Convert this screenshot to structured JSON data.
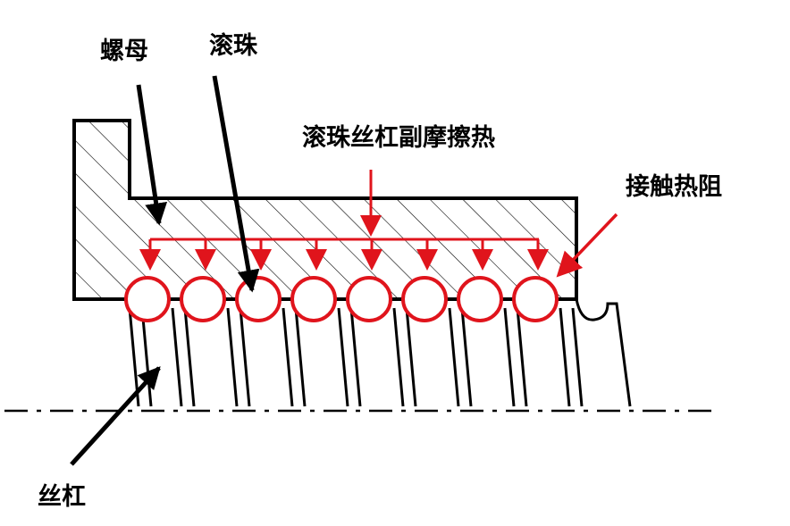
{
  "labels": {
    "nut": "螺母",
    "ball": "滚珠",
    "friction_heat": "滚珠丝杠副摩擦热",
    "contact_resistance": "接触热阻",
    "screw": "丝杠"
  },
  "colors": {
    "heat": "#e0141c",
    "line": "#000000"
  },
  "ball_count": 8
}
